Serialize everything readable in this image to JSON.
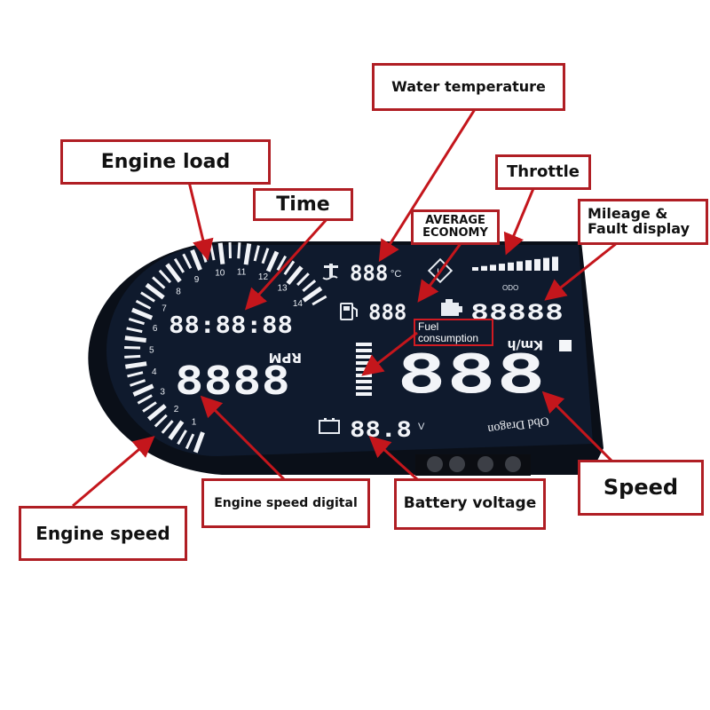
{
  "callouts": {
    "water_temperature": "Water temperature",
    "engine_load": "Engine load",
    "time": "Time",
    "average_economy": "AVERAGE ECONOMY",
    "throttle": "Throttle",
    "mileage_fault": "Mileage & Fault display",
    "fuel_consumption": "Fuel consumption",
    "engine_speed_digital": "Engine speed digital",
    "battery_voltage": "Battery voltage",
    "speed": "Speed",
    "engine_speed": "Engine speed"
  },
  "display": {
    "temp_digits": "888",
    "temp_unit": "°C",
    "time_digits": "88:88:88",
    "rpm_label": "RPM",
    "rpm_digits": "8888",
    "economy_digits": "888",
    "mileage_digits": "88888",
    "odo_label": "ODO",
    "speed_digits": "888",
    "speed_unit": "Km/h",
    "voltage_digits": "88.8",
    "voltage_unit": "V",
    "brand": "Obd Dragon",
    "dial_numbers": [
      "1",
      "2",
      "3",
      "4",
      "5",
      "6",
      "7",
      "8",
      "9",
      "10",
      "11",
      "12",
      "13",
      "14"
    ]
  },
  "colors": {
    "callout_border": "#b01e24",
    "arrow": "#c4161c",
    "panel": "#0f1a2d",
    "segment": "#f2f4f8"
  }
}
